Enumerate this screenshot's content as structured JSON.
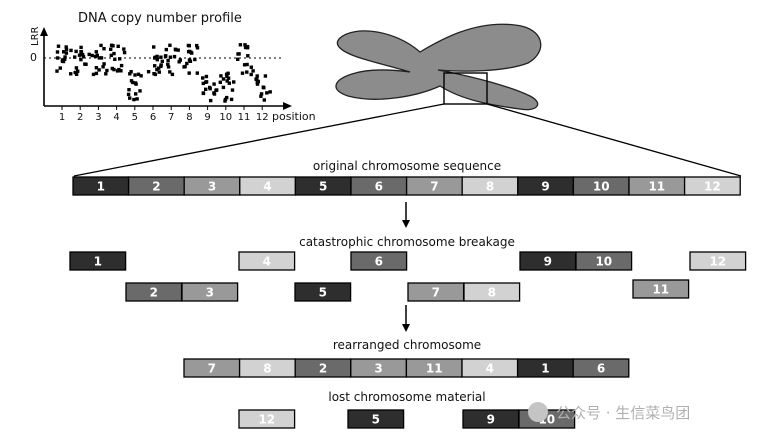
{
  "profile": {
    "title": "DNA copy number profile",
    "ylabel": "LRR",
    "zero_label": "0",
    "xlabel": "position",
    "ticks": [
      "1",
      "2",
      "3",
      "4",
      "5",
      "6",
      "7",
      "8",
      "9",
      "10",
      "11",
      "12"
    ]
  },
  "colors": {
    "c1": "#2e2e2e",
    "c2": "#6a6a6a",
    "c3": "#999999",
    "c4": "#d2d2d2",
    "c5": "#2e2e2e",
    "c6": "#6a6a6a",
    "c7": "#999999",
    "c8": "#d2d2d2",
    "c9": "#2e2e2e",
    "c10": "#6a6a6a",
    "c11": "#999999",
    "c12": "#d2d2d2",
    "chromosome": "#8c8c8c"
  },
  "stages": {
    "original": "original chromosome sequence",
    "breakage": "catastrophic chromosome breakage",
    "rearranged": "rearranged chromosome",
    "lost": "lost chromosome material"
  },
  "original_blocks": [
    "1",
    "2",
    "3",
    "4",
    "5",
    "6",
    "7",
    "8",
    "9",
    "10",
    "11",
    "12"
  ],
  "rearranged_blocks": [
    "7",
    "8",
    "2",
    "3",
    "11",
    "4",
    "1",
    "6"
  ],
  "lost_blocks": [
    "12",
    "5",
    "9",
    "10"
  ],
  "watermark": "公众号 · 生信菜鸟团"
}
